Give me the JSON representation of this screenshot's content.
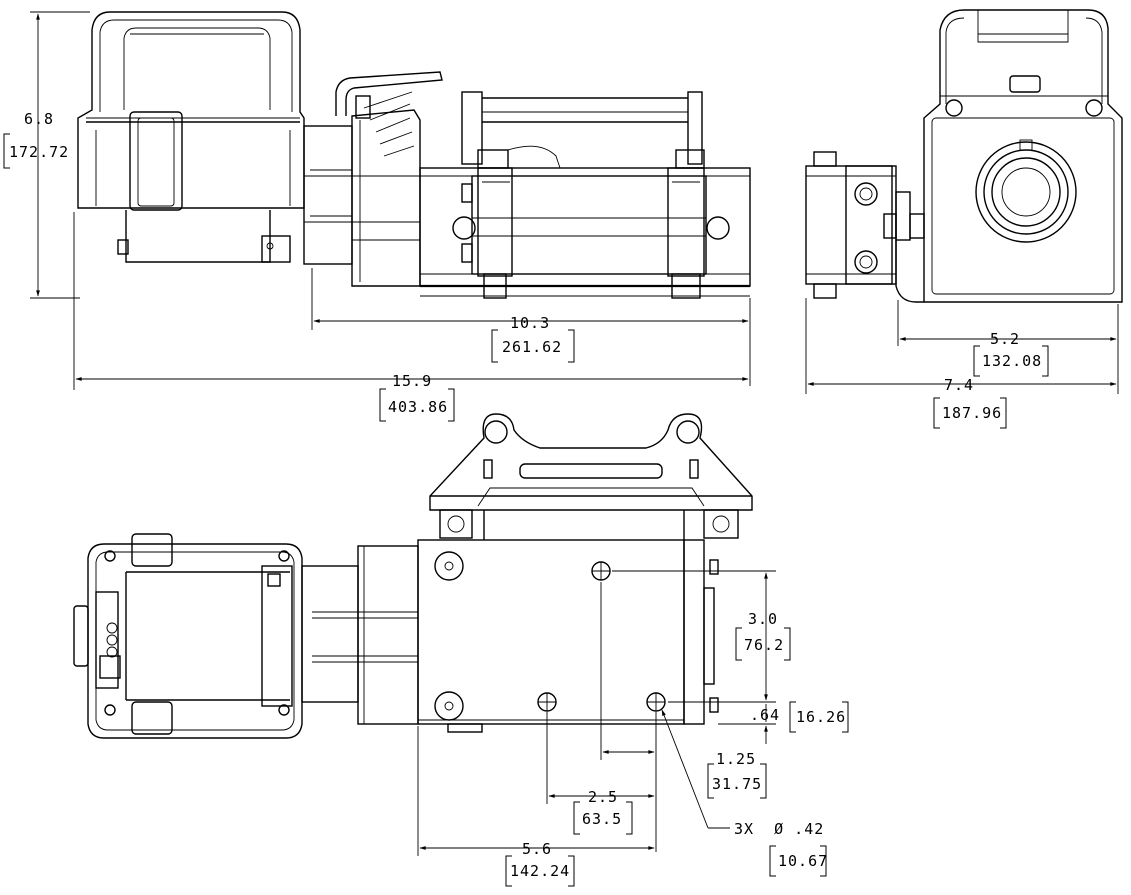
{
  "dimensions": {
    "height_in": "6.8",
    "height_mm": "172.72",
    "drum_in": "10.3",
    "drum_mm": "261.62",
    "length_in": "15.9",
    "length_mm": "403.86",
    "bracket_in": "5.2",
    "bracket_mm": "132.08",
    "width_in": "7.4",
    "width_mm": "187.96",
    "hole_v_in": "3.0",
    "hole_v_mm": "76.2",
    "edge_in": ".64",
    "edge_mm": "16.26",
    "hole_h_in": "1.25",
    "hole_h_mm": "31.75",
    "pitch_in": "2.5",
    "pitch_mm": "63.5",
    "base_in": "5.6",
    "base_mm": "142.24",
    "hole_spec": "3X  Ø .42",
    "hole_dia_mm": "10.67"
  },
  "views": [
    "side-elevation",
    "end-elevation",
    "top-plan"
  ]
}
